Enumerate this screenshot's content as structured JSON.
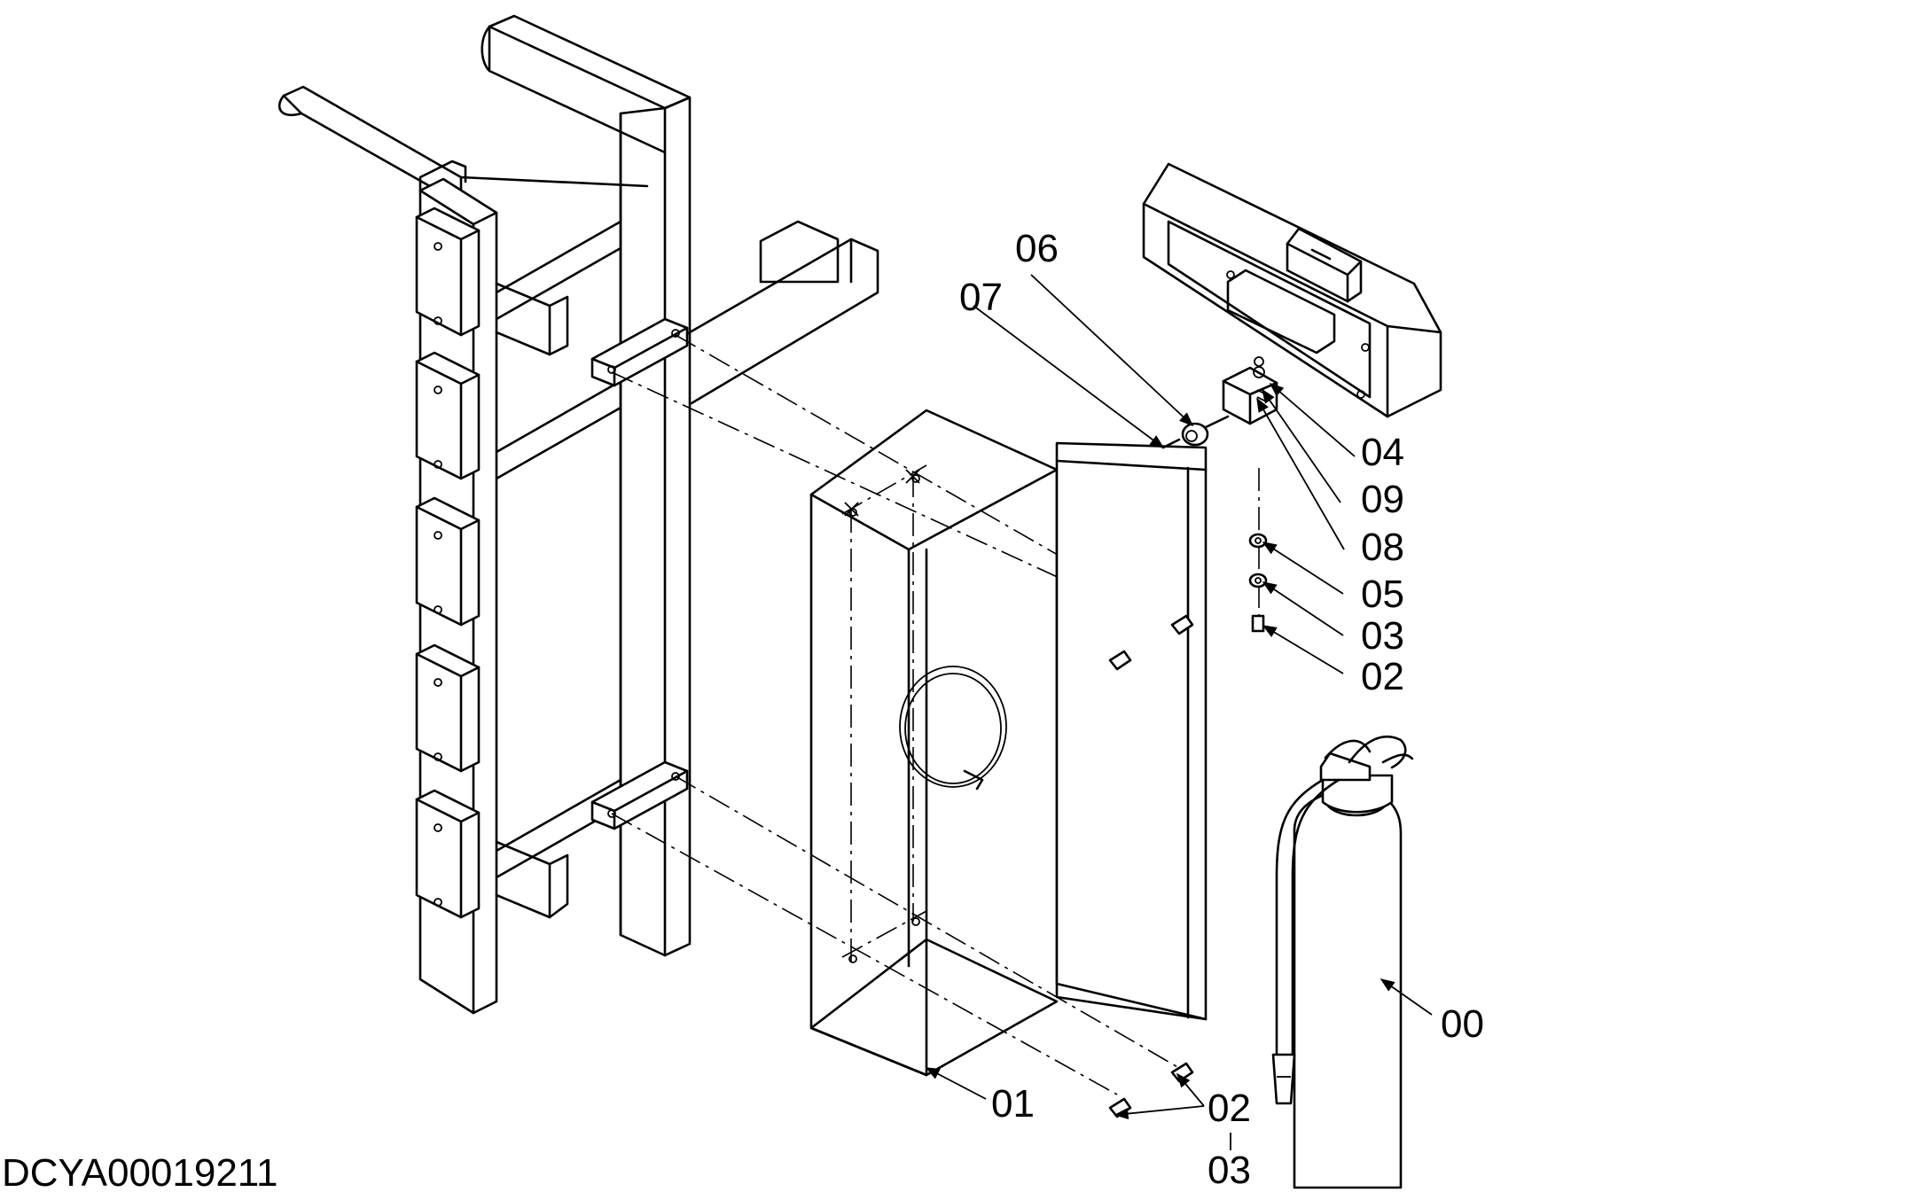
{
  "drawing_id": "DCYA00019211",
  "callouts": {
    "c00": "00",
    "c01": "01",
    "c02_bottom": "02",
    "c03_bottom": "03",
    "c02_side": "02",
    "c03_side": "03",
    "c04": "04",
    "c05": "05",
    "c06": "06",
    "c07": "07",
    "c08": "08",
    "c09": "09"
  }
}
